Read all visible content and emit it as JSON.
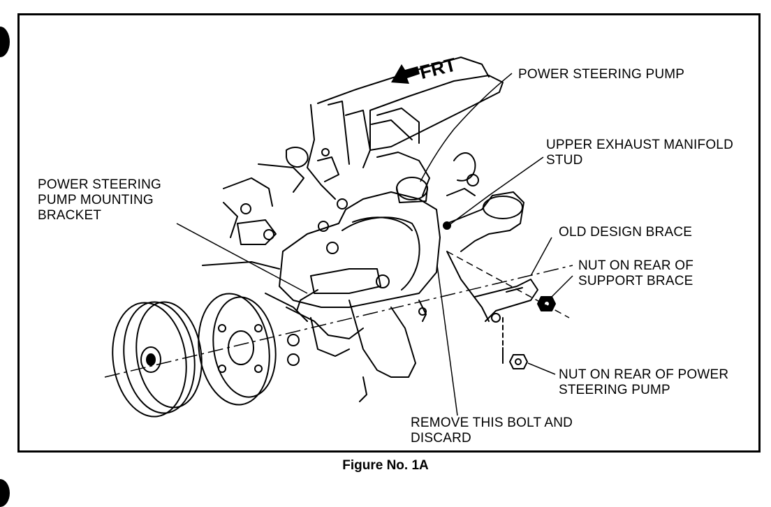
{
  "labels": {
    "frt": "FRT",
    "power_steering_pump": "POWER STEERING PUMP",
    "upper_exhaust_manifold_stud": "UPPER EXHAUST MANIFOLD\nSTUD",
    "pump_mounting_bracket": "POWER STEERING\nPUMP MOUNTING\nBRACKET",
    "old_design_brace": "OLD DESIGN BRACE",
    "nut_rear_support_brace": "NUT ON REAR OF\nSUPPORT  BRACE",
    "nut_rear_pump": "NUT ON REAR OF POWER\nSTEERING PUMP",
    "remove_bolt": "REMOVE THIS BOLT AND\nDISCARD"
  },
  "caption": "Figure No. 1A"
}
